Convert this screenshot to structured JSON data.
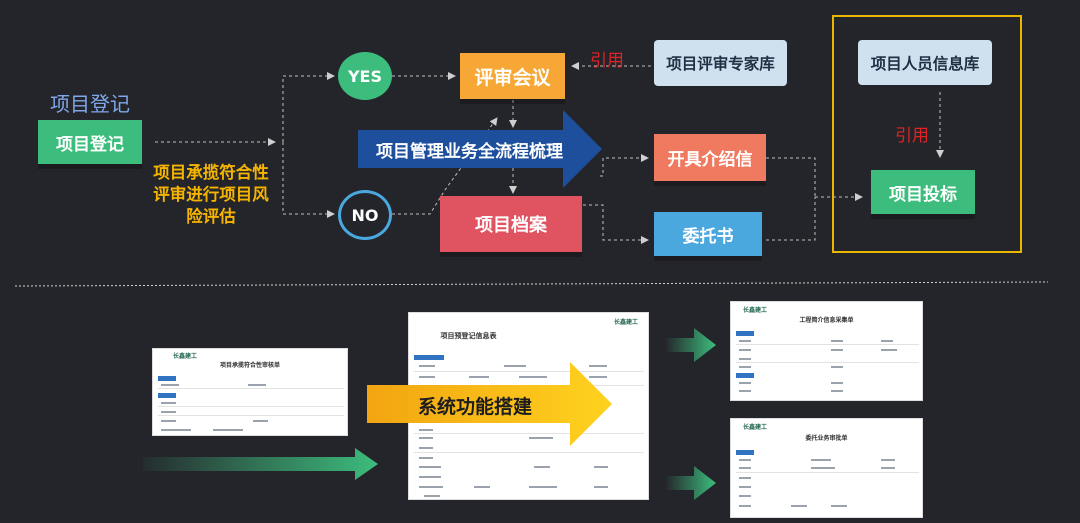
{
  "colors": {
    "background": "#24252b",
    "green": "#3dbd7d",
    "orange": "#f7a735",
    "blue_light": "#4aa8df",
    "navy": "#1d4f9c",
    "red": "#e05462",
    "salmon": "#ef7a60",
    "gray_blue": "#cfe0ef",
    "gold": "#e8b800",
    "quote_red": "#e02424"
  },
  "flow": {
    "section_title": "项目登记",
    "register_box": "项目登记",
    "risk_note": "项目承揽符合性评审进行项目风险评估",
    "yes_label": "YES",
    "no_label": "NO",
    "review_meeting": "评审会议",
    "expert_db": "项目评审专家库",
    "quote_label_1": "引用",
    "center_arrow": "项目管理业务全流程梳理",
    "archive": "项目档案",
    "intro_letter": "开具介绍信",
    "entrust": "委托书",
    "personnel_db": "项目人员信息库",
    "quote_label_2": "引用",
    "bidding": "项目投标"
  },
  "bottom": {
    "system_arrow": "系统功能搭建",
    "docs": [
      {
        "logo": "长鑫建工",
        "title": "项目承揽符合性审核单"
      },
      {
        "logo": "长鑫建工",
        "title": "项目预登记信息表"
      },
      {
        "logo": "长鑫建工",
        "title": "工程简介信息采集单"
      },
      {
        "logo": "长鑫建工",
        "title": "委托业务审批单"
      }
    ]
  }
}
